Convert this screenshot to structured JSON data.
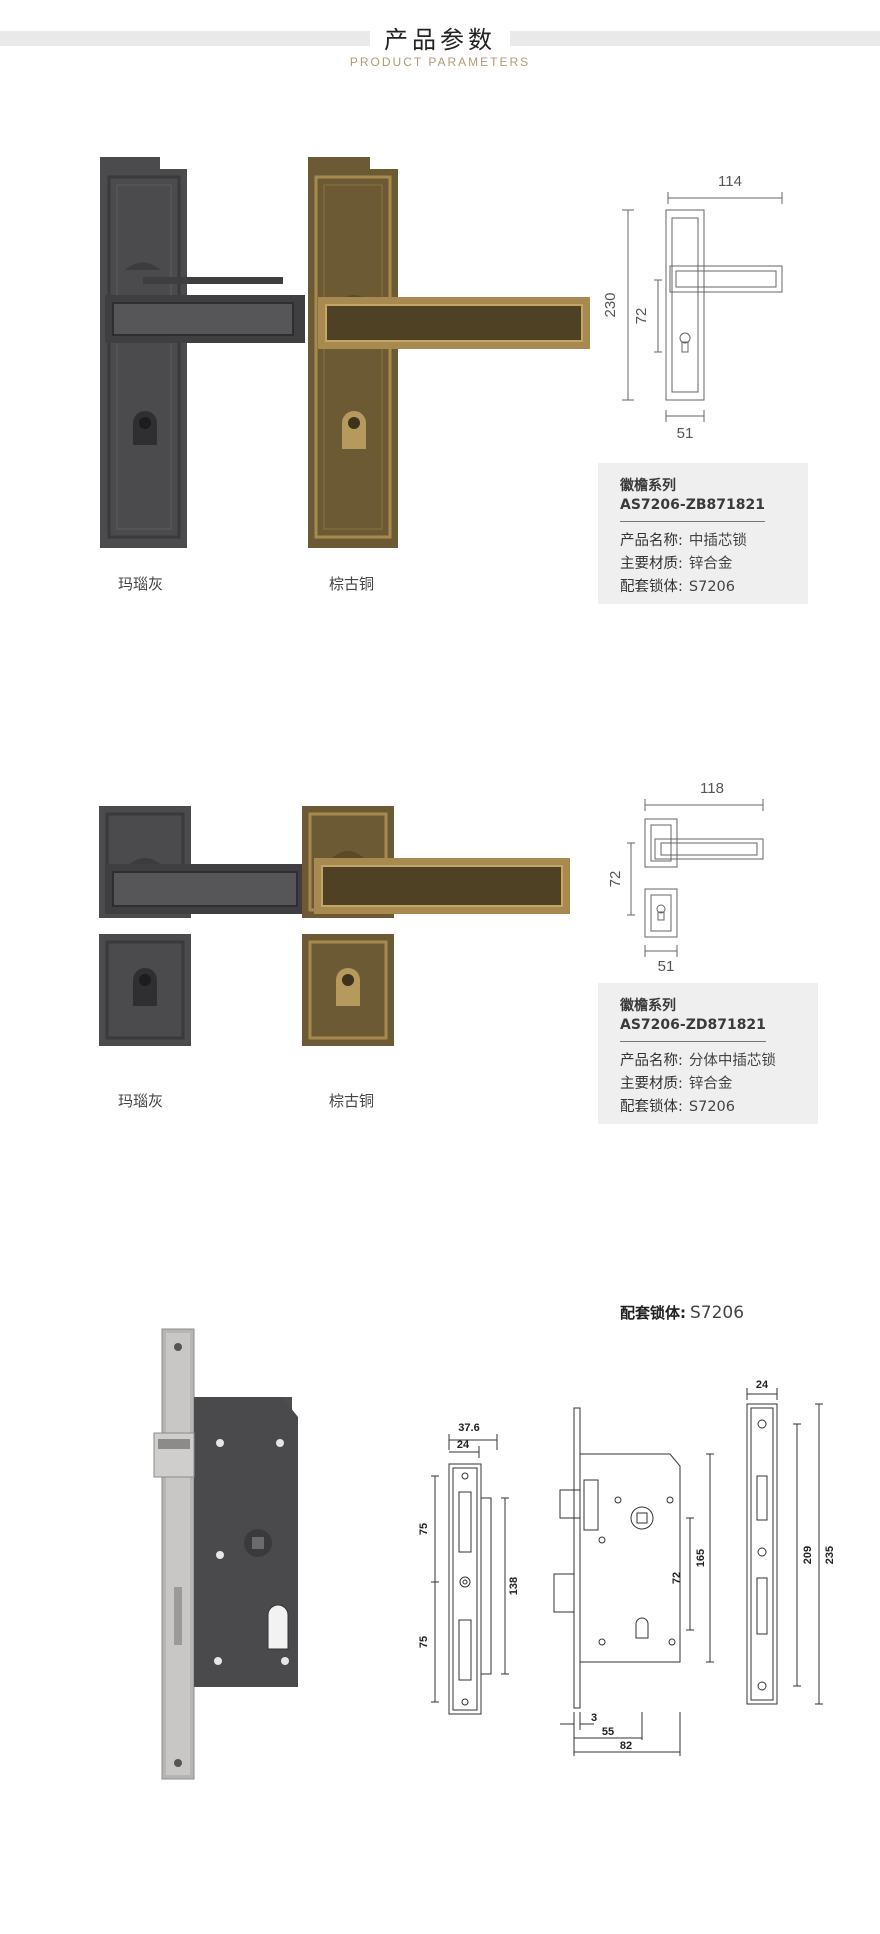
{
  "header": {
    "title": "产品参数",
    "subtitle": "PRODUCT PARAMETERS"
  },
  "product1": {
    "colors": [
      "玛瑙灰",
      "棕古铜"
    ],
    "dimensions": {
      "width": "114",
      "height": "230",
      "hole_spacing": "72",
      "plate_width": "51"
    },
    "info": {
      "series": "徽檐系列",
      "model": "AS7206-ZB871821",
      "rows": [
        {
          "key": "产品名称:",
          "value": "中插芯锁"
        },
        {
          "key": "主要材质:",
          "value": "锌合金"
        },
        {
          "key": "配套锁体:",
          "value": "S7206"
        }
      ]
    }
  },
  "product2": {
    "colors": [
      "玛瑙灰",
      "棕古铜"
    ],
    "dimensions": {
      "width": "118",
      "hole_spacing": "72",
      "plate_width": "51"
    },
    "info": {
      "series": "徽檐系列",
      "model": "AS7206-ZD871821",
      "rows": [
        {
          "key": "产品名称:",
          "value": "分体中插芯锁"
        },
        {
          "key": "主要材质:",
          "value": "锌合金"
        },
        {
          "key": "配套锁体:",
          "value": "S7206"
        }
      ]
    }
  },
  "lock_body": {
    "label_key": "配套锁体:",
    "label_value": "S7206",
    "dims": {
      "strike_width": "37.6",
      "strike_inner": "24",
      "strike_upper": "75",
      "strike_lower": "75",
      "strike_height": "138",
      "body_backset": "72",
      "body_height": "165",
      "front_thick": "3",
      "backset": "55",
      "body_depth": "82",
      "faceplate_width": "24",
      "faceplate_inner": "209",
      "faceplate_height": "235"
    }
  },
  "palette": {
    "gray_lock": "#4b4a4c",
    "bronze_lock": "#6b5a33",
    "bronze_trim": "#a8894f",
    "info_bg": "#efefef",
    "subtitle": "#b29a78"
  }
}
